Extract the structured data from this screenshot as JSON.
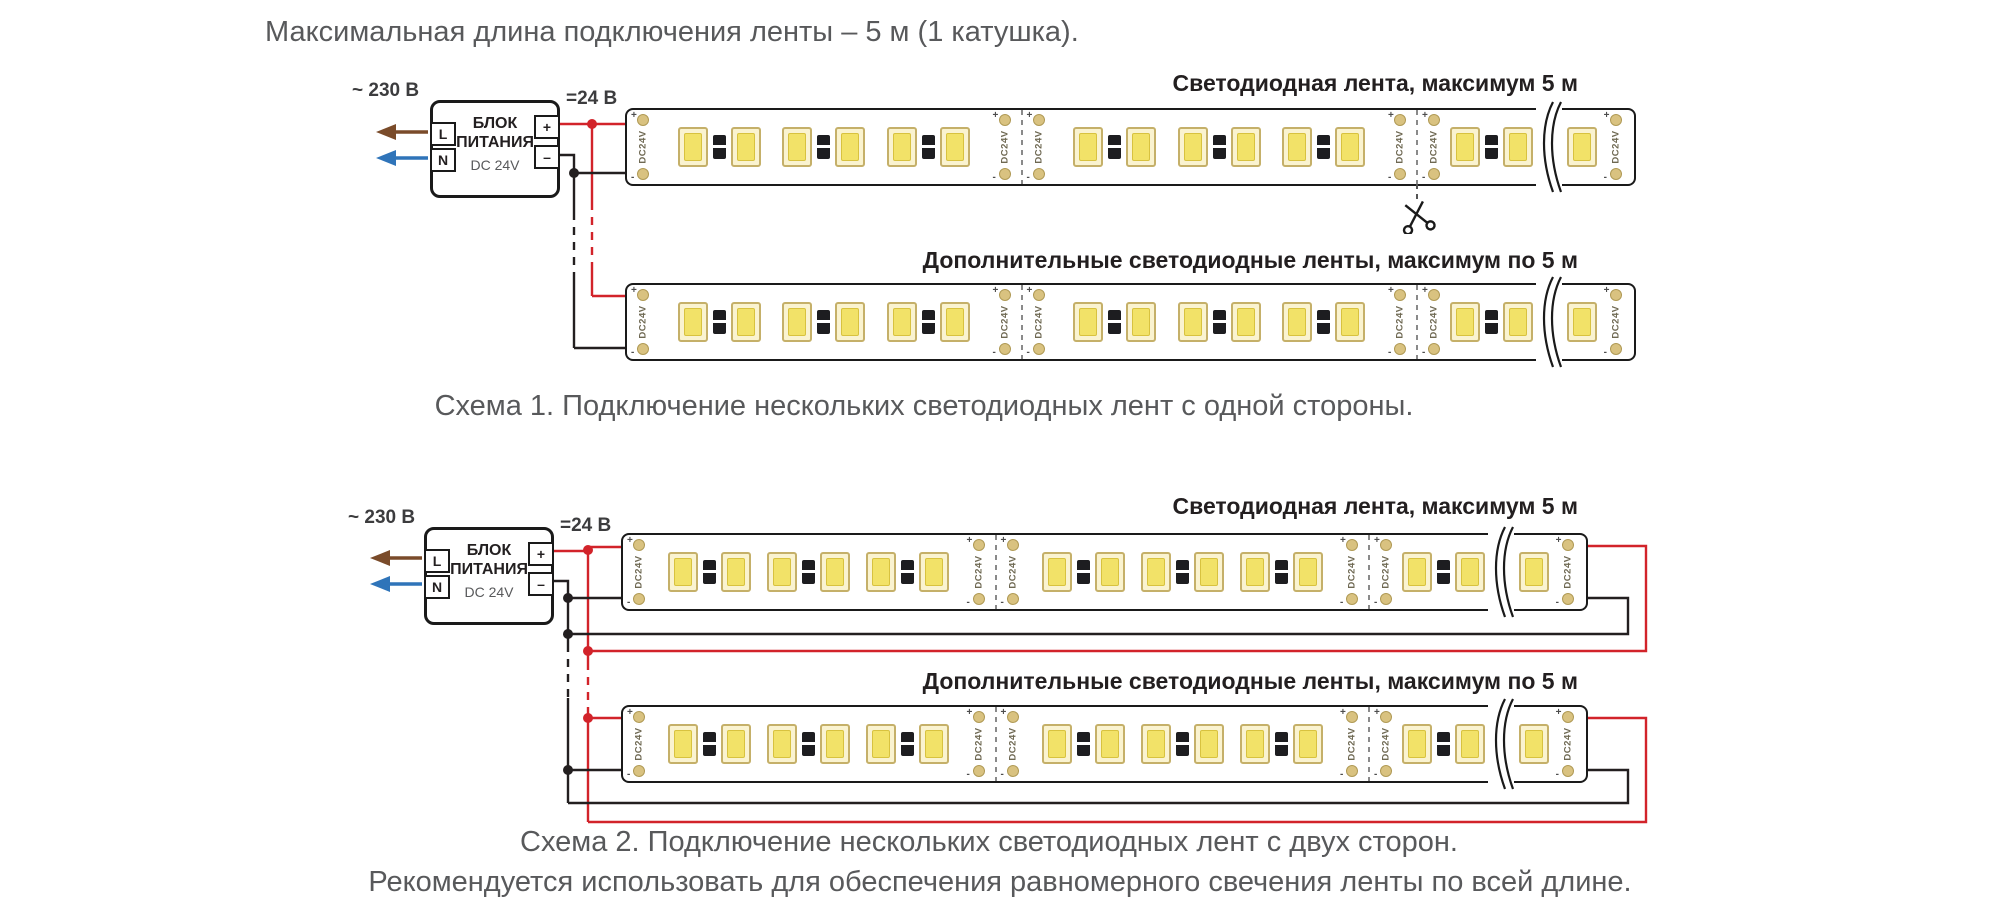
{
  "title": "Максимальная длина подключения ленты – 5 м (1 катушка).",
  "colors": {
    "wire_red": "#d2232a",
    "wire_black": "#231f20",
    "wire_brown": "#7a4b2a",
    "wire_blue": "#2f74b9",
    "led_body": "#faf3d0",
    "led_border": "#c5b069",
    "led_die": "#f2e268",
    "led_die_border": "#d8c23f",
    "pad_gold": "#d9c280",
    "pad_border": "#b09a55",
    "strip_border": "#1a1a1a",
    "resistor": "#1d1d20",
    "text_gray": "#58595b",
    "text_dark": "#231f20"
  },
  "psu": {
    "name_line1": "БЛОК",
    "name_line2": "ПИТАНИЯ",
    "model": "DC 24V",
    "terminal_live": "L",
    "terminal_neutral": "N",
    "terminal_plus": "+",
    "terminal_minus": "–",
    "input_voltage": "~ 230 В",
    "output_voltage": "=24 В"
  },
  "strip": {
    "pad_label": "DC24V",
    "plus": "+",
    "minus": "-"
  },
  "schemes": [
    {
      "main_strip_label": "Светодиодная лента, максимум 5 м",
      "extra_strip_label": "Дополнительные светодиодные ленты, максимум по 5 м",
      "caption": "Схема 1. Подключение нескольких светодиодных лент с одной стороны."
    },
    {
      "main_strip_label": "Светодиодная лента, максимум 5 м",
      "extra_strip_label": "Дополнительные светодиодные ленты, максимум по 5 м",
      "caption": "Схема 2. Подключение нескольких светодиодных лент с двух сторон.",
      "note": "Рекомендуется использовать для обеспечения равномерного свечения ленты по всей длине."
    }
  ]
}
